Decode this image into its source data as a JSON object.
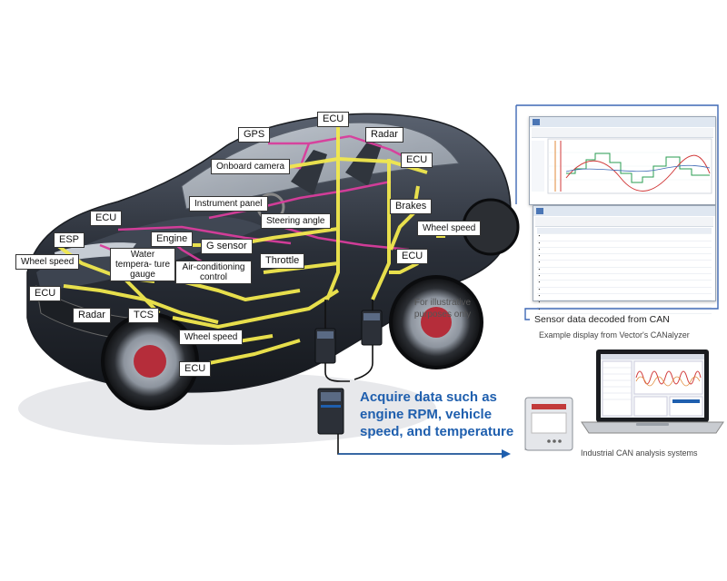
{
  "labels": {
    "ecu_top": "ECU",
    "gps": "GPS",
    "radar_top": "Radar",
    "onboard_camera": "Onboard camera",
    "ecu_right_top": "ECU",
    "instrument_panel": "Instrument panel",
    "brakes": "Brakes",
    "ecu_left": "ECU",
    "steering_angle": "Steering angle",
    "wheel_speed_right": "Wheel speed",
    "esp": "ESP",
    "engine": "Engine",
    "g_sensor": "G sensor",
    "wheel_speed_left": "Wheel speed",
    "water_temp": "Water tempera- ture gauge",
    "ecu_right_mid": "ECU",
    "throttle": "Throttle",
    "air_conditioning": "Air-conditioning control",
    "ecu_front": "ECU",
    "radar_front": "Radar",
    "tcs": "TCS",
    "wheel_speed_front": "Wheel speed",
    "ecu_bottom": "ECU"
  },
  "illustrative_note": "For illustrative purposes only",
  "headline": "Acquire data such as engine RPM, vehicle speed, and temperature",
  "sensor_caption": "Sensor data decoded from CAN",
  "example_caption": "Example display from Vector's CANalyzer",
  "industrial_caption": "Industrial CAN analysis systems",
  "colors": {
    "can_bus": "#f2e94e",
    "wiring": "#d93d9c",
    "accent_blue": "#1f5fae",
    "car_body": "#2a2f38"
  },
  "icons": [
    "car-illustration",
    "can-logger-device",
    "analysis-unit-icon",
    "laptop-icon",
    "graph-window-icon",
    "trace-window-icon"
  ]
}
